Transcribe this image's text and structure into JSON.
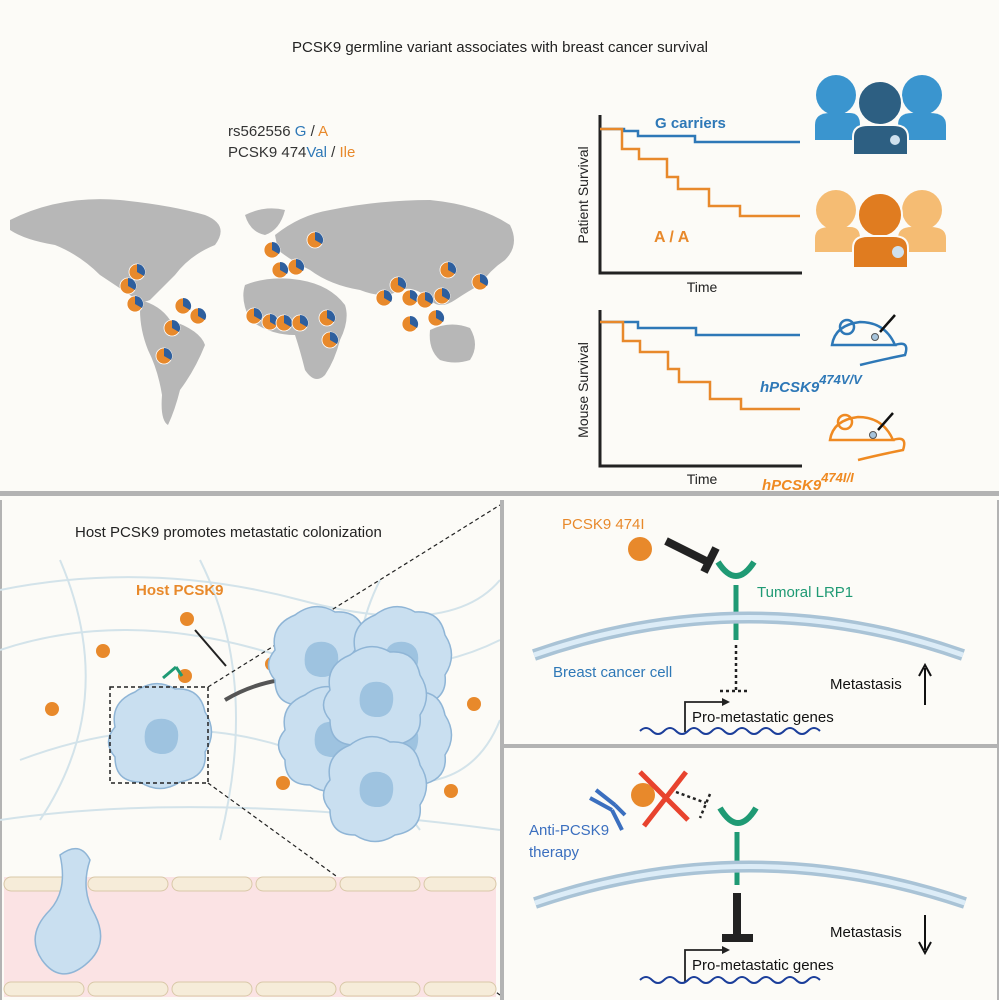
{
  "top": {
    "title": "PCSK9 germline variant associates with breast cancer survival",
    "snp_label": "rs562556",
    "allele_g": "G",
    "slash": "/",
    "allele_a": "A",
    "protein_label": "PCSK9 474",
    "val": "Val",
    "ile": "Ile",
    "patient_chart": {
      "ylabel": "Patient Survival",
      "xlabel": "Time",
      "series_g": "G carriers",
      "series_a": "A / A"
    },
    "mouse_chart": {
      "ylabel": "Mouse Survival",
      "xlabel": "Time",
      "mouse_v_base": "hPCSK9",
      "mouse_v_sup": "474V/V",
      "mouse_i_base": "hPCSK9",
      "mouse_i_sup": "474I/I"
    }
  },
  "bottom_left": {
    "title": "Host PCSK9 promotes metastatic colonization",
    "host_label": "Host PCSK9"
  },
  "right_top": {
    "pcsk9_label": "PCSK9 474I",
    "lrp1_label": "Tumoral LRP1",
    "cell_label": "Breast cancer cell",
    "metastasis_label": "Metastasis",
    "genes_label": "Pro-metastatic genes"
  },
  "right_bottom": {
    "therapy_line1": "Anti-PCSK9",
    "therapy_line2": "therapy",
    "metastasis_label": "Metastasis",
    "genes_label": "Pro-metastatic genes"
  },
  "colors": {
    "blue": "#2e78b7",
    "orange": "#e8892b",
    "green": "#1f9a74",
    "red": "#e8432e",
    "gray_divider": "#b3b3b3"
  }
}
